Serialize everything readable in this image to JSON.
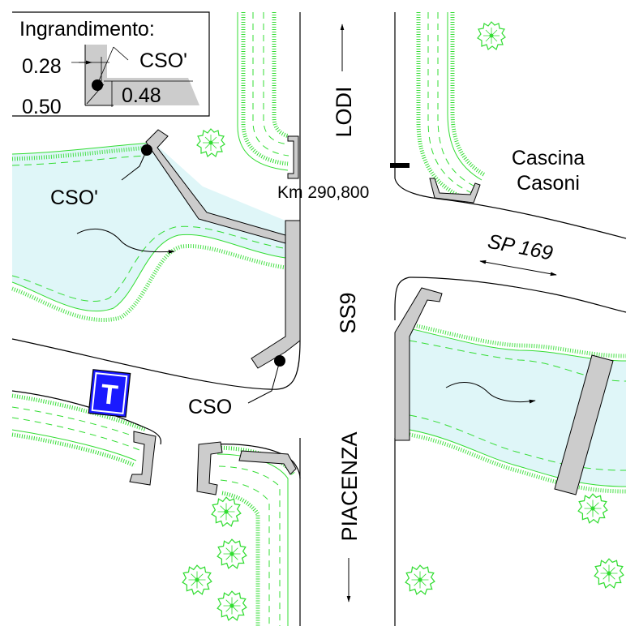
{
  "inset": {
    "title": "Ingrandimento:",
    "cso_label": "CSO'",
    "dim_top": "0.28",
    "dim_bottom": "0.50",
    "dim_right": "0.48"
  },
  "roads": {
    "north_dest": "LODI",
    "south_dest": "PIACENZA",
    "main_road": "SS9",
    "side_road": "SP 169",
    "km_marker": "Km 290,800"
  },
  "places": {
    "farm_line1": "Cascina",
    "farm_line2": "Casoni"
  },
  "points": {
    "cso_prime": "CSO'",
    "cso": "CSO"
  },
  "sign": {
    "letter": "T",
    "color": "#1a1aff"
  },
  "colors": {
    "water": "#dff6f8",
    "vegetation": "#33dd33",
    "structure": "#cccccc"
  }
}
